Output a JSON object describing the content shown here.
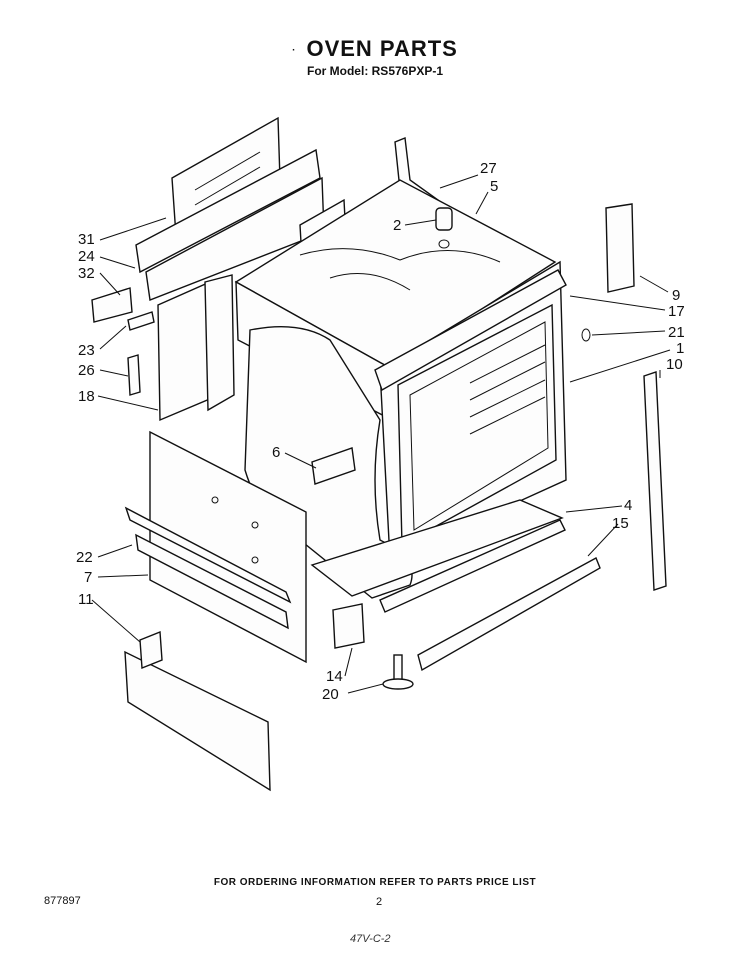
{
  "header": {
    "title": "OVEN PARTS",
    "model_line": "For Model: RS576PXP-1"
  },
  "callouts": {
    "c27": "27",
    "c5": "5",
    "c2": "2",
    "c31": "31",
    "c24": "24",
    "c32": "32",
    "c9": "9",
    "c17": "17",
    "c21": "21",
    "c1": "1",
    "c10": "10",
    "c23": "23",
    "c26": "26",
    "c18": "18",
    "c6": "6",
    "c4": "4",
    "c15": "15",
    "c22": "22",
    "c7": "7",
    "c11": "11",
    "c14": "14",
    "c20": "20"
  },
  "footer": {
    "ordering_note": "FOR ORDERING INFORMATION REFER TO PARTS PRICE LIST",
    "catalog_number": "877897",
    "page_number": "2",
    "handwritten_note": "47V-C-2"
  }
}
